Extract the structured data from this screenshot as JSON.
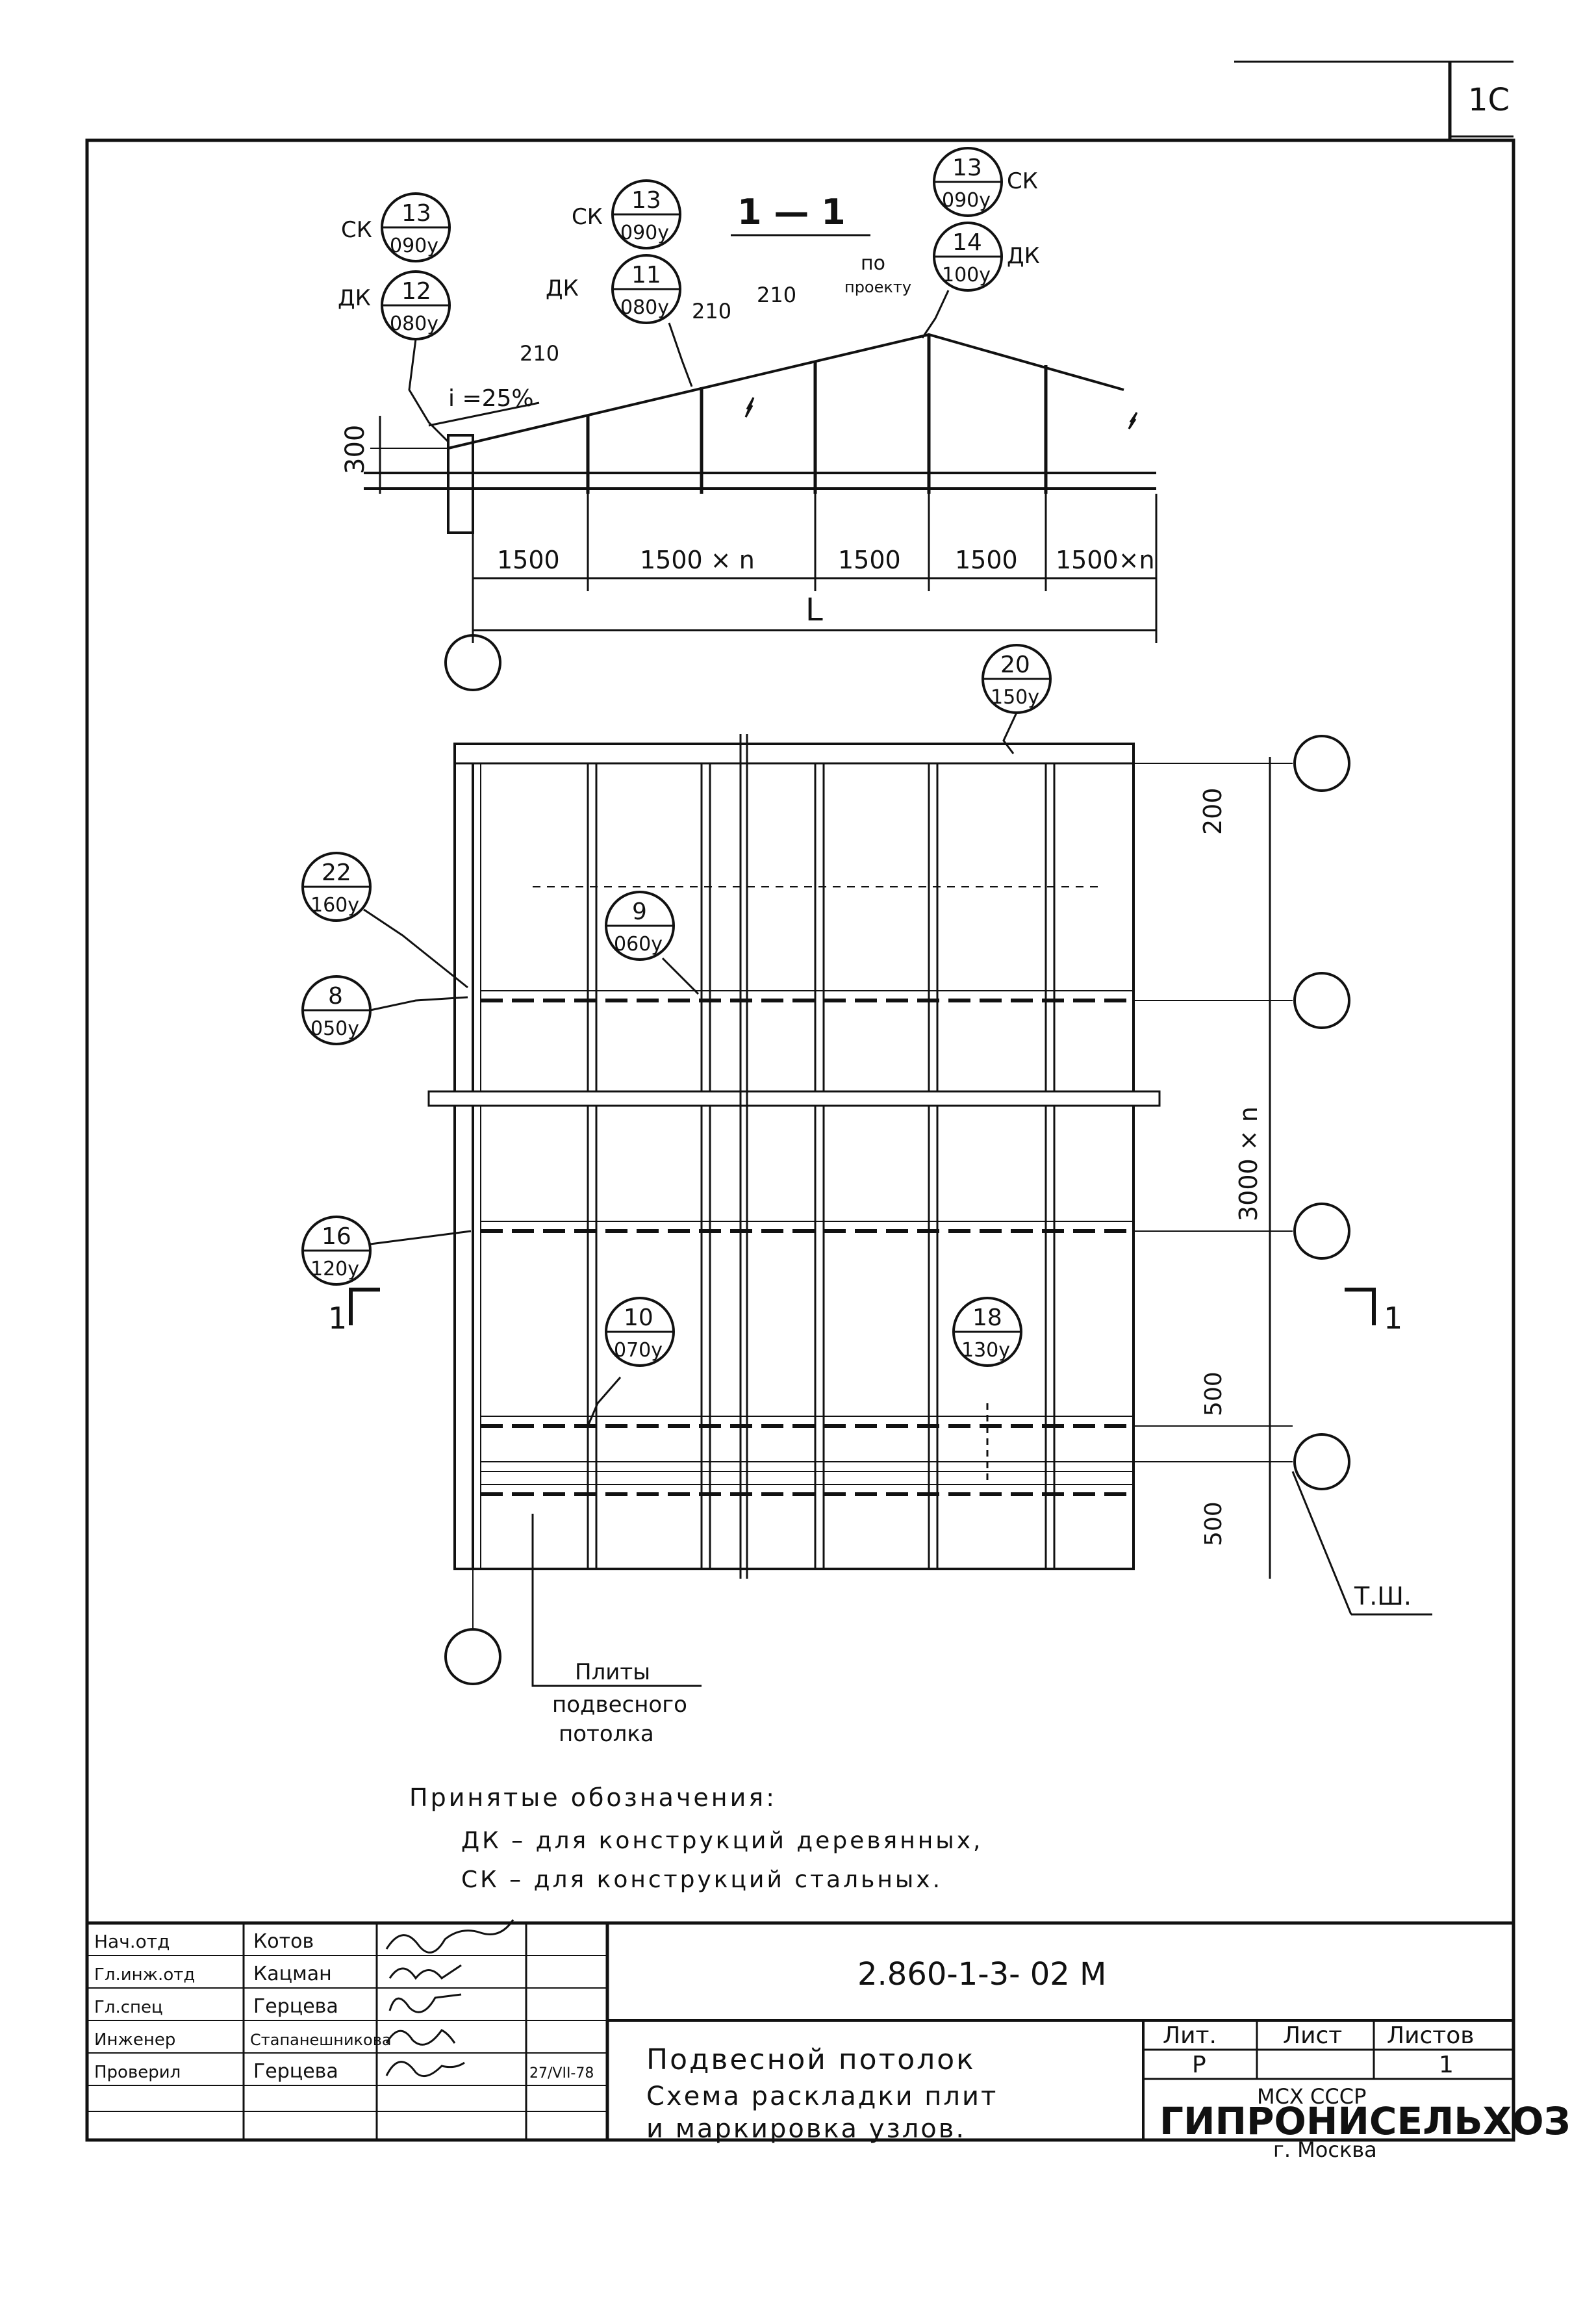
{
  "sheet_number": "1С",
  "section": {
    "title": "1 — 1",
    "slope_label": "i =25%",
    "height_300": "300",
    "dims_210": [
      "210",
      "210",
      "210"
    ],
    "by_project": [
      "по",
      "проекту"
    ],
    "span_labels": [
      "1500",
      "1500 × n",
      "1500",
      "1500",
      "1500×n"
    ],
    "total_span": "L",
    "node_marks": [
      {
        "prefix": "СК",
        "num": "13",
        "code": "090у"
      },
      {
        "prefix": "ДК",
        "num": "12",
        "code": "080у"
      },
      {
        "prefix": "СК",
        "num": "13",
        "code": "090у"
      },
      {
        "prefix": "ДК",
        "num": "11",
        "code": "080у"
      },
      {
        "prefix": "СК",
        "num": "13",
        "code": "090у"
      },
      {
        "prefix": "ДК",
        "num": "14",
        "code": "100у"
      }
    ]
  },
  "plan": {
    "dim_200": "200",
    "dim_3000n": "3000 × n",
    "dim_500a": "500",
    "dim_500b": "500",
    "cut_left": "1",
    "cut_right": "1",
    "tsh_label": "Т.Ш.",
    "plates_label": [
      "Плиты",
      "подвесного",
      "потолка"
    ],
    "node_marks": [
      {
        "num": "20",
        "code": "150у"
      },
      {
        "num": "22",
        "code": "160у"
      },
      {
        "num": "9",
        "code": "060у"
      },
      {
        "num": "8",
        "code": "050у"
      },
      {
        "num": "16",
        "code": "120у"
      },
      {
        "num": "10",
        "code": "070у"
      },
      {
        "num": "18",
        "code": "130у"
      }
    ]
  },
  "legend": {
    "title": "Принятые обозначения:",
    "line1": "ДК – для конструкций деревянных,",
    "line2": "СК – для конструкций стальных."
  },
  "title_block": {
    "doc_code": "2.860-1-3- 02 М",
    "rows": [
      {
        "role": "Нач.отд",
        "name": "Котов"
      },
      {
        "role": "Гл.инж.отд",
        "name": "Кацман"
      },
      {
        "role": "Гл.спец",
        "name": "Герцева"
      },
      {
        "role": "Инженер",
        "name": "Стапанешникова"
      },
      {
        "role": "Проверил",
        "name": "Герцева"
      }
    ],
    "date": "27/VII-78",
    "drawing_title": [
      "Подвесной потолок",
      "Схема раскладки плит",
      "и маркировка узлов."
    ],
    "lit_header": "Лит.",
    "sheet_header": "Лист",
    "sheets_header": "Листов",
    "lit_value": "Р",
    "sheets_value": "1",
    "org_ministry": "МСХ СССР",
    "org_name": "ГИПРОНИСЕЛЬХОЗ",
    "org_city": "г. Москва"
  }
}
